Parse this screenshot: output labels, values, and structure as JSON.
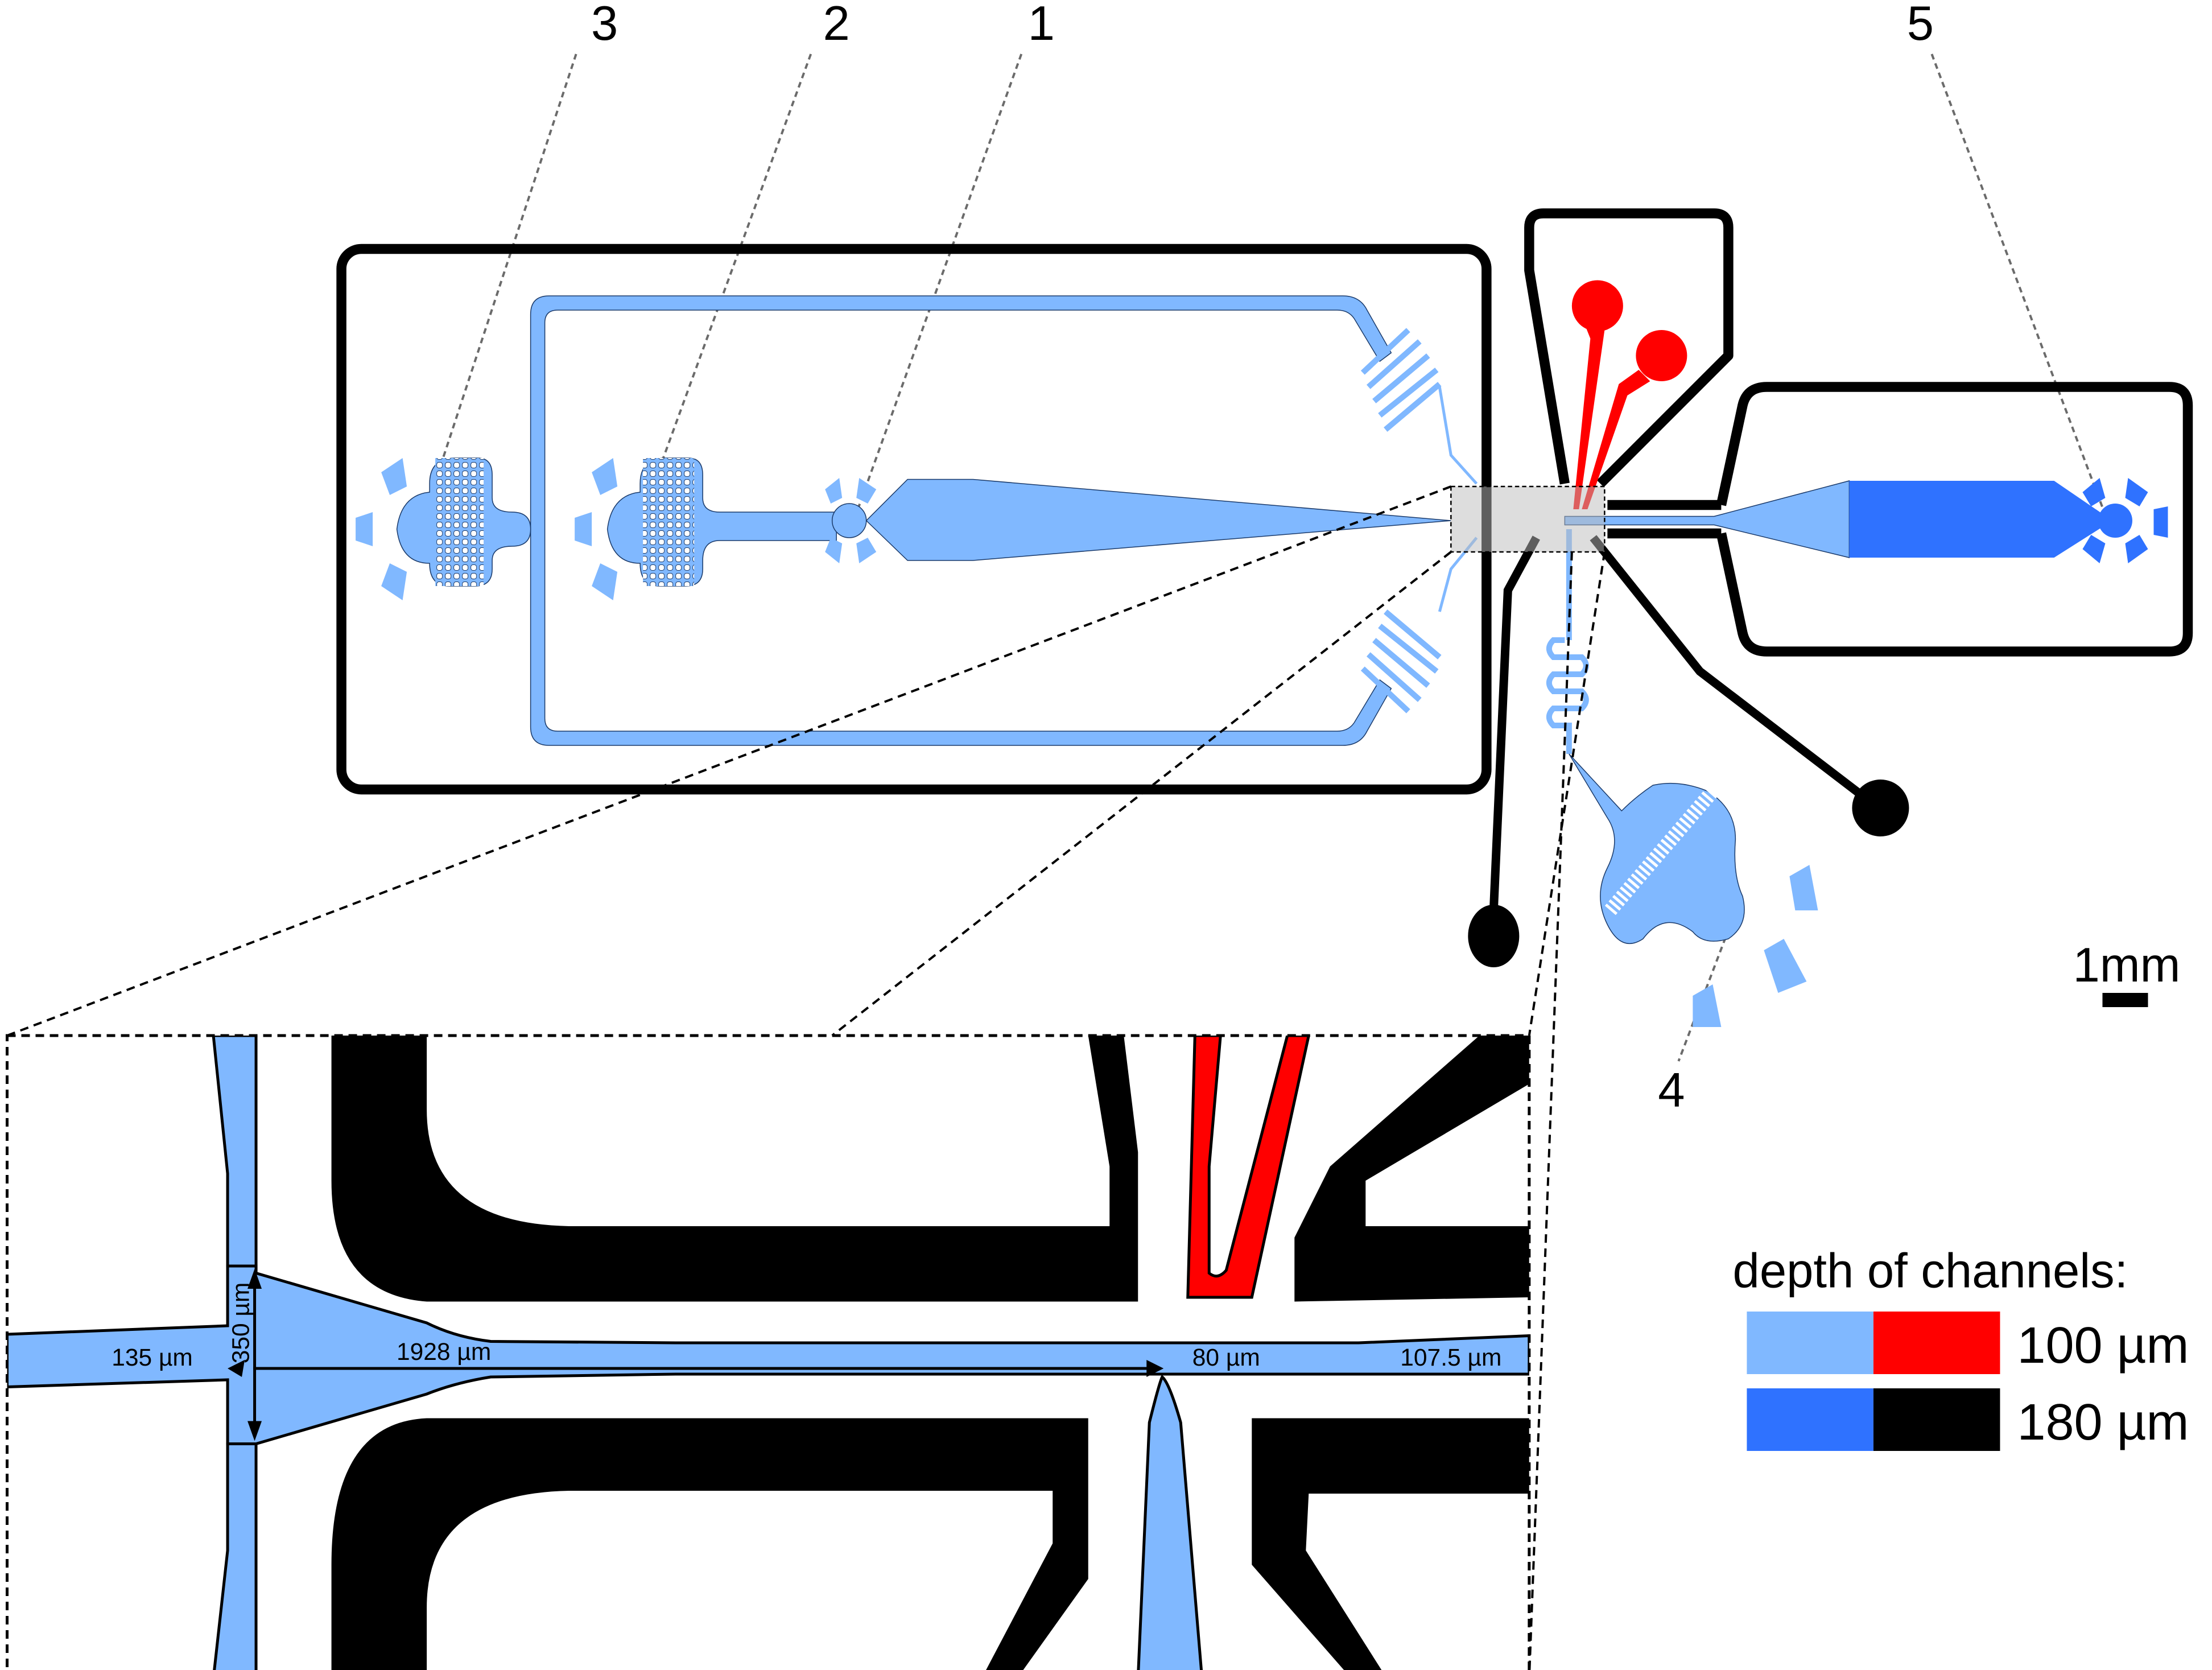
{
  "figure": {
    "title": "Microfluidic chip channel layout with zoomed junction detail",
    "callouts": [
      {
        "id": "1",
        "label": "1"
      },
      {
        "id": "2",
        "label": "2"
      },
      {
        "id": "3",
        "label": "3"
      },
      {
        "id": "4",
        "label": "4"
      },
      {
        "id": "5",
        "label": "5"
      }
    ],
    "scale_bar": {
      "label": "1mm"
    },
    "inset": {
      "dimensions": {
        "inlet_width": "135 µm",
        "junction_height": "350 µm",
        "taper_length": "1928 µm",
        "constriction_width": "80 µm",
        "outlet_width": "107.5 µm"
      }
    },
    "legend": {
      "title": "depth of channels:",
      "rows": [
        {
          "label": "100 µm",
          "colors": [
            "#80b8ff",
            "#ff0000"
          ]
        },
        {
          "label": "180 µm",
          "colors": [
            "#2f72ff",
            "#000000"
          ]
        }
      ]
    },
    "colors": {
      "light_blue": "#80b8ff",
      "dark_blue": "#2f72ff",
      "red": "#ff0000",
      "black": "#000000",
      "guide_gray": "#6b6b6b"
    }
  }
}
